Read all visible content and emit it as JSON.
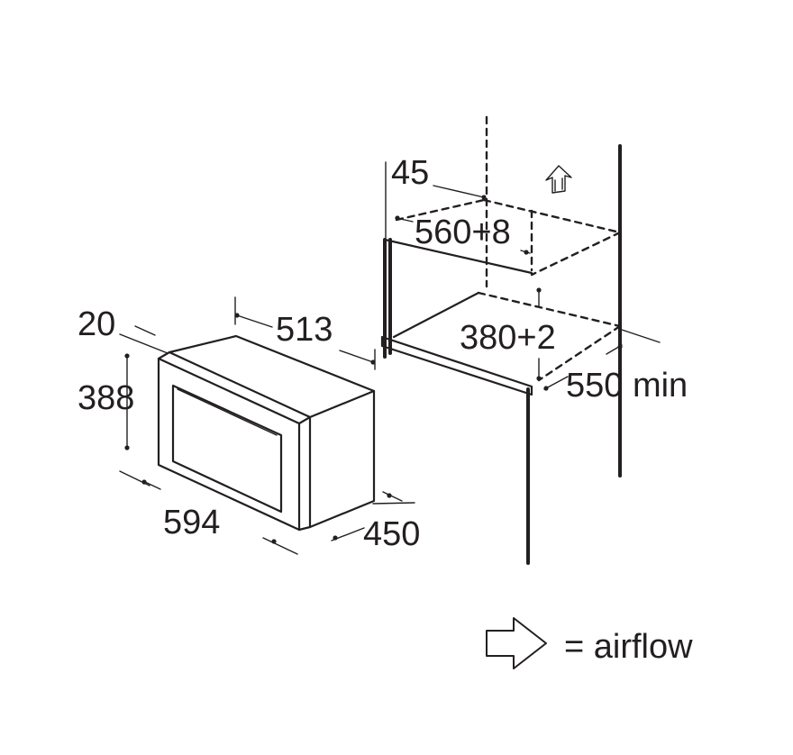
{
  "dimensions": {
    "appliance_top_depth": "20",
    "appliance_height": "388",
    "appliance_depth": "513",
    "appliance_width": "594",
    "appliance_total_depth": "450",
    "niche_top_clearance": "45",
    "niche_width": "560+8",
    "niche_height": "380+2",
    "niche_depth": "550 min"
  },
  "legend": {
    "airflow_label": "= airflow",
    "icon": "airflow-arrow-icon"
  },
  "colors": {
    "line": "#231f20",
    "background": "#ffffff"
  }
}
